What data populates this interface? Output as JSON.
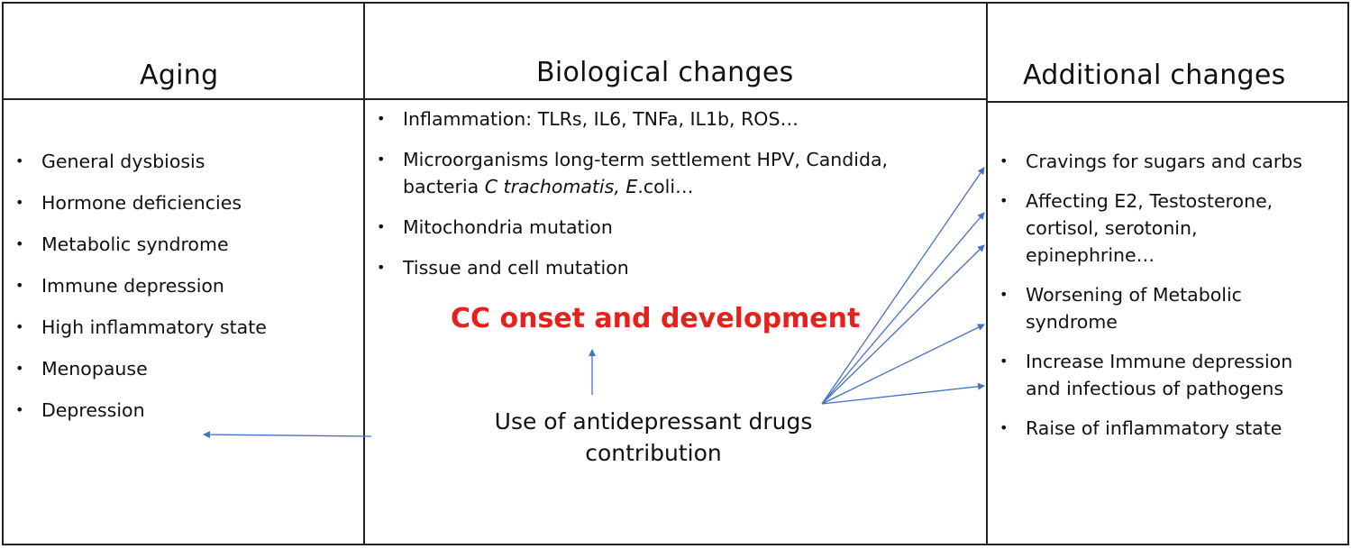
{
  "columns": {
    "aging": {
      "title": "Aging",
      "items": [
        "General dysbiosis",
        "Hormone deficiencies",
        "Metabolic syndrome",
        "Immune depression",
        "High inflammatory state",
        "Menopause",
        "Depression"
      ]
    },
    "biological": {
      "title": "Biological changes",
      "items": [
        {
          "lines": [
            "Inflammation: TLRs, IL6, TNFa, IL1b, ROS…"
          ]
        },
        {
          "lines": [
            "Microorganisms long-term settlement HPV, Candida,"
          ],
          "line2_plain": "bacteria ",
          "line2_italic1": "C trachomatis, E",
          "line2_end": ".coli…"
        },
        {
          "lines": [
            "Mitochondria mutation"
          ]
        },
        {
          "lines": [
            "Tissue and cell mutation"
          ]
        }
      ]
    },
    "additional": {
      "title": "Additional changes",
      "items": [
        {
          "lines": [
            "Cravings for sugars and carbs"
          ]
        },
        {
          "lines": [
            "Affecting E2, Testosterone,",
            "cortisol, serotonin,",
            "epinephrine…"
          ]
        },
        {
          "lines": [
            "Worsening of Metabolic",
            "syndrome"
          ]
        },
        {
          "lines": [
            "Increase Immune depression",
            "and infectious of pathogens"
          ]
        },
        {
          "lines": [
            "Raise of inflammatory state"
          ]
        }
      ]
    }
  },
  "outcome": {
    "label": "CC onset and development",
    "color": "#e8201c"
  },
  "drugs": {
    "line1": "Use of antidepressant drugs",
    "line2": "contribution"
  },
  "colors": {
    "arrow": "#4472c4",
    "border": "#222222"
  }
}
